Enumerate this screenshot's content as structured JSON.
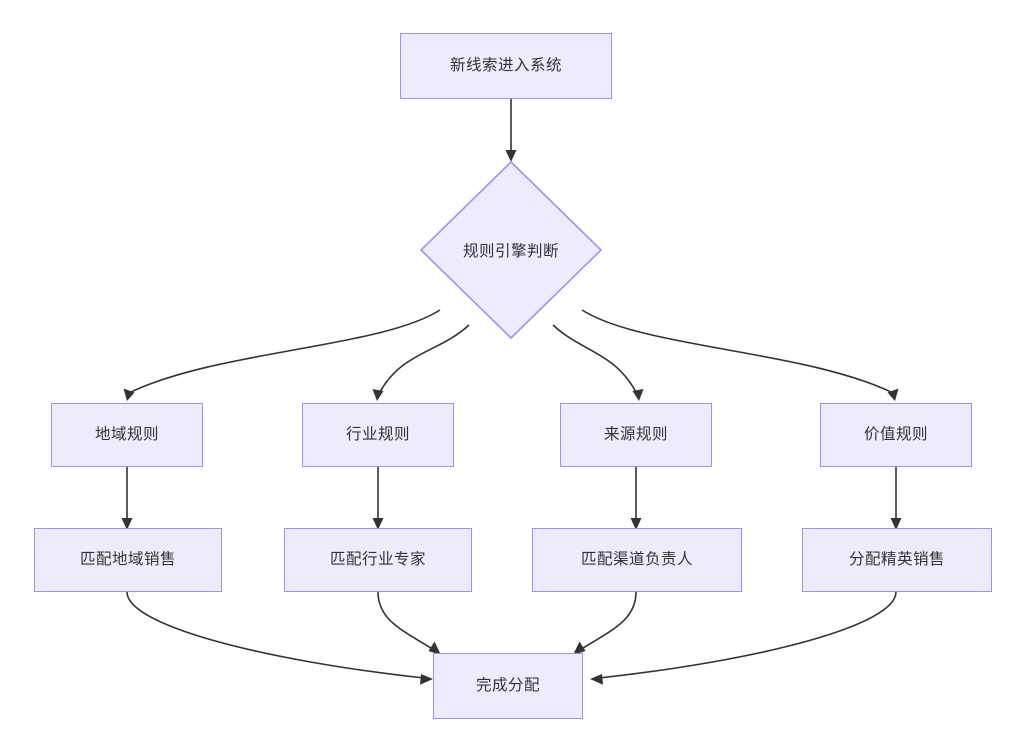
{
  "diagram": {
    "type": "flowchart",
    "direction": "top-down",
    "background_color": "#ffffff",
    "node_fill_color": "#ececfd",
    "node_border_color": "#a78bfa",
    "node_text_color": "#333333",
    "edge_color": "#333333",
    "start": {
      "label": "新线索进入系统",
      "shape": "rectangle"
    },
    "decision": {
      "label": "规则引擎判断",
      "shape": "diamond"
    },
    "rules": [
      {
        "label": "地域规则",
        "shape": "rectangle"
      },
      {
        "label": "行业规则",
        "shape": "rectangle"
      },
      {
        "label": "来源规则",
        "shape": "rectangle"
      },
      {
        "label": "价值规则",
        "shape": "rectangle"
      }
    ],
    "matches": [
      {
        "label": "匹配地域销售",
        "shape": "rectangle"
      },
      {
        "label": "匹配行业专家",
        "shape": "rectangle"
      },
      {
        "label": "匹配渠道负责人",
        "shape": "rectangle"
      },
      {
        "label": "分配精英销售",
        "shape": "rectangle"
      }
    ],
    "end": {
      "label": "完成分配",
      "shape": "rectangle"
    },
    "edges": [
      {
        "from": "新线索进入系统",
        "to": "规则引擎判断"
      },
      {
        "from": "规则引擎判断",
        "to": "地域规则"
      },
      {
        "from": "规则引擎判断",
        "to": "行业规则"
      },
      {
        "from": "规则引擎判断",
        "to": "来源规则"
      },
      {
        "from": "规则引擎判断",
        "to": "价值规则"
      },
      {
        "from": "地域规则",
        "to": "匹配地域销售"
      },
      {
        "from": "行业规则",
        "to": "匹配行业专家"
      },
      {
        "from": "来源规则",
        "to": "匹配渠道负责人"
      },
      {
        "from": "价值规则",
        "to": "分配精英销售"
      },
      {
        "from": "匹配地域销售",
        "to": "完成分配"
      },
      {
        "from": "匹配行业专家",
        "to": "完成分配"
      },
      {
        "from": "匹配渠道负责人",
        "to": "完成分配"
      },
      {
        "from": "分配精英销售",
        "to": "完成分配"
      }
    ]
  }
}
